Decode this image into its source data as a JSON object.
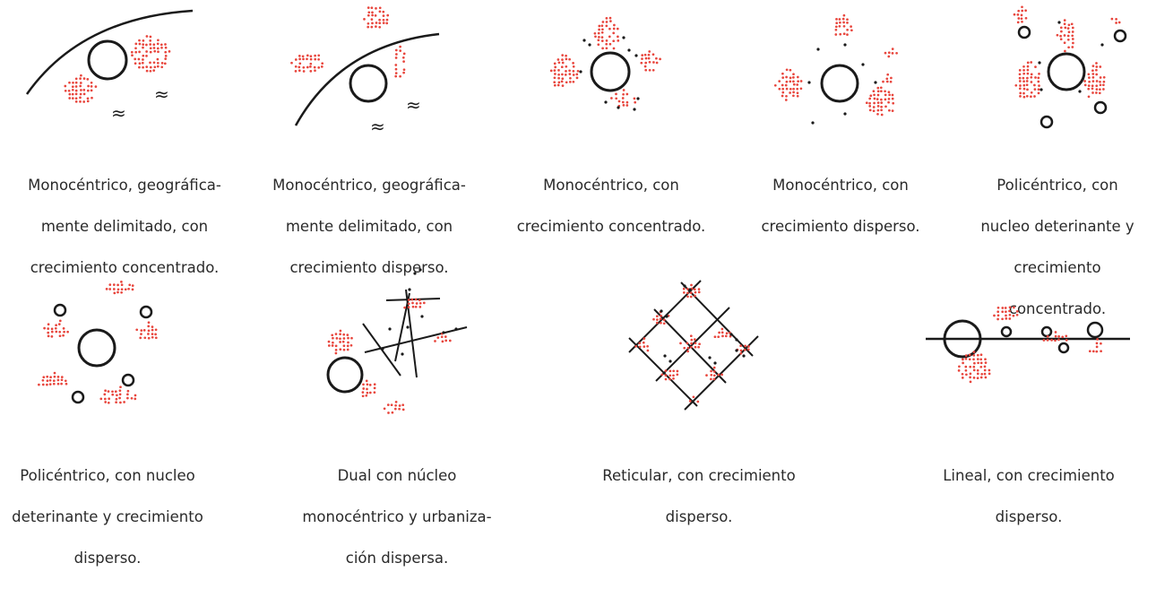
{
  "diagrams": [
    {
      "id": "mono-geo-concentrado",
      "caption_lines": [
        "Monocéntrico, geográfica-",
        "mente delimitado, con",
        "crecimiento concentrado."
      ]
    },
    {
      "id": "mono-geo-disperso",
      "caption_lines": [
        "Monocéntrico, geográfica-",
        "mente delimitado, con",
        "crecimiento disperso."
      ]
    },
    {
      "id": "mono-concentrado",
      "caption_lines": [
        "Monocéntrico, con",
        "crecimiento concentrado."
      ]
    },
    {
      "id": "mono-disperso",
      "caption_lines": [
        "Monocéntrico, con",
        "crecimiento disperso."
      ]
    },
    {
      "id": "poli-concentrado",
      "caption_lines": [
        "Policéntrico, con",
        "nucleo deterinante y",
        "crecimiento",
        "concentrado."
      ]
    },
    {
      "id": "poli-disperso",
      "caption_lines": [
        "Policéntrico, con nucleo",
        "deterinante y crecimiento",
        "disperso."
      ]
    },
    {
      "id": "dual",
      "caption_lines": [
        "Dual con núcleo",
        "monocéntrico y urbaniza-",
        "ción dispersa."
      ]
    },
    {
      "id": "reticular",
      "caption_lines": [
        "Reticular, con crecimiento",
        "disperso."
      ]
    },
    {
      "id": "lineal",
      "caption_lines": [
        "Lineal, con crecimiento",
        "disperso."
      ]
    }
  ],
  "colors": {
    "growth_dots": "#e8453c",
    "lines": "#1a1a1a",
    "caption_text": "#2a2a2a"
  }
}
